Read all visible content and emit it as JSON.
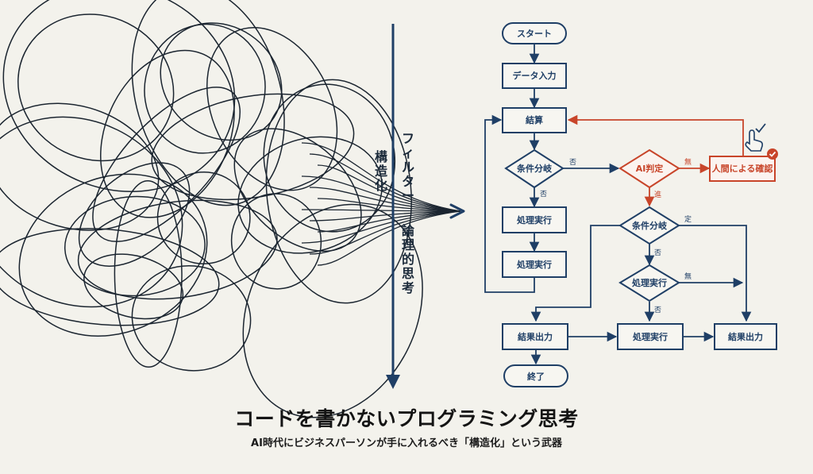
{
  "filter_labels": {
    "left": "構造化",
    "right": "フィルター",
    "lower": "論理的思考"
  },
  "flowchart": {
    "nodes": {
      "start": "スタート",
      "data_input": "データ入力",
      "calc": "結算",
      "cond1": "条件分岐",
      "process1": "処理実行",
      "process2": "処理実行",
      "ai": "AI判定",
      "human": "人間による確認",
      "cond2": "条件分岐",
      "process_diamond": "処理実行",
      "result1": "結果出力",
      "process3": "処理実行",
      "result2": "結果出力",
      "end": "終了"
    },
    "edge_labels": {
      "cond1_right": "否",
      "cond1_down": "否",
      "ai_right": "無",
      "ai_down": "進",
      "cond2_right": "定",
      "cond2_down": "否",
      "pd_right": "無",
      "pd_down": "否"
    }
  },
  "colors": {
    "ink": "#1f3f66",
    "accent": "#c8452a",
    "scribble": "#1b2530"
  },
  "caption": {
    "title": "コードを書かないプログラミング思考",
    "subtitle": "AI時代にビジネスパーソンが手に入れるべき「構造化」という武器"
  }
}
